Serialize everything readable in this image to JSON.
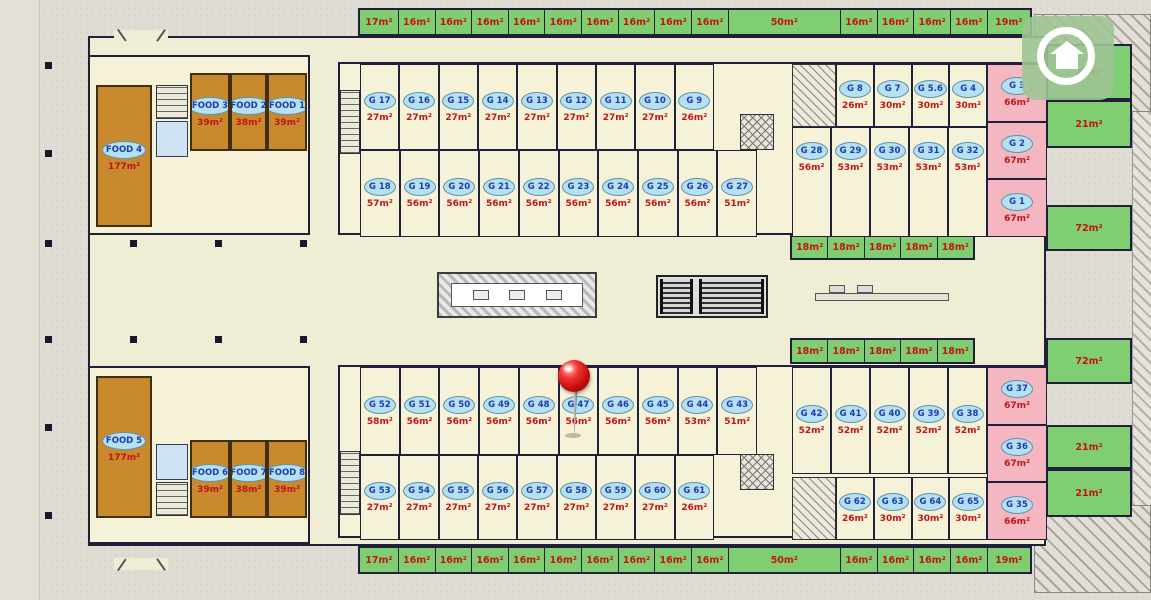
{
  "colors": {
    "green": "#7fce72",
    "pink": "#f4b7c1",
    "brown": "#c9892f",
    "cream": "#f6f2d8",
    "oval": "#b5e0ef",
    "oval_b": "#5f93ad",
    "red": "#c21414",
    "blue": "#1c3bb4",
    "wall": "#20203a",
    "floor": "#f0edd5",
    "margin": "#dfdcd4",
    "pin": "#d31414"
  },
  "strips": {
    "top": [
      "17m²",
      "16m²",
      "16m²",
      "16m²",
      "16m²",
      "16m²",
      "16m²",
      "16m²",
      "16m²",
      "16m²",
      "50m²",
      "16m²",
      "16m²",
      "16m²",
      "16m²",
      "19m²"
    ],
    "bottom": [
      "17m²",
      "16m²",
      "16m²",
      "16m²",
      "16m²",
      "16m²",
      "16m²",
      "16m²",
      "16m²",
      "16m²",
      "50m²",
      "16m²",
      "16m²",
      "16m²",
      "16m²",
      "19m²"
    ],
    "mid_north": [
      "18m²",
      "18m²",
      "18m²",
      "18m²",
      "18m²"
    ],
    "mid_south": [
      "18m²",
      "18m²",
      "18m²",
      "18m²",
      "18m²"
    ]
  },
  "right_column": [
    "21m²",
    "21m²",
    "72m²",
    "72m²",
    "21m²",
    "21m²"
  ],
  "units": {
    "north": {
      "row1": [
        {
          "id": "G 17",
          "size": "27m²"
        },
        {
          "id": "G 16",
          "size": "27m²"
        },
        {
          "id": "G 15",
          "size": "27m²"
        },
        {
          "id": "G 14",
          "size": "27m²"
        },
        {
          "id": "G 13",
          "size": "27m²"
        },
        {
          "id": "G 12",
          "size": "27m²"
        },
        {
          "id": "G 11",
          "size": "27m²"
        },
        {
          "id": "G 10",
          "size": "27m²"
        },
        {
          "id": "G 9",
          "size": "26m²"
        }
      ],
      "row2": [
        {
          "id": "G 18",
          "size": "57m²"
        },
        {
          "id": "G 19",
          "size": "56m²"
        },
        {
          "id": "G 20",
          "size": "56m²"
        },
        {
          "id": "G 21",
          "size": "56m²"
        },
        {
          "id": "G 22",
          "size": "56m²"
        },
        {
          "id": "G 23",
          "size": "56m²"
        },
        {
          "id": "G 24",
          "size": "56m²"
        },
        {
          "id": "G 25",
          "size": "56m²"
        },
        {
          "id": "G 26",
          "size": "56m²"
        },
        {
          "id": "G 27",
          "size": "51m²"
        }
      ],
      "row3": [
        {
          "id": "G 8",
          "size": "26m²"
        },
        {
          "id": "G 7",
          "size": "30m²"
        },
        {
          "id": "G 5.6",
          "size": "30m²"
        },
        {
          "id": "G 4",
          "size": "30m²"
        }
      ],
      "row4": [
        {
          "id": "G 28",
          "size": "56m²"
        },
        {
          "id": "G 29",
          "size": "53m²"
        },
        {
          "id": "G 30",
          "size": "53m²"
        },
        {
          "id": "G 31",
          "size": "53m²"
        },
        {
          "id": "G 32",
          "size": "53m²"
        }
      ],
      "pink": [
        {
          "id": "G 3",
          "size": "66m²"
        },
        {
          "id": "G 2",
          "size": "67m²"
        },
        {
          "id": "G 1",
          "size": "67m²"
        }
      ]
    },
    "south": {
      "row1": [
        {
          "id": "G 52",
          "size": "58m²"
        },
        {
          "id": "G 51",
          "size": "56m²"
        },
        {
          "id": "G 50",
          "size": "56m²"
        },
        {
          "id": "G 49",
          "size": "56m²"
        },
        {
          "id": "G 48",
          "size": "56m²"
        },
        {
          "id": "G 47",
          "size": "56m²"
        },
        {
          "id": "G 46",
          "size": "56m²"
        },
        {
          "id": "G 45",
          "size": "56m²"
        },
        {
          "id": "G 44",
          "size": "53m²"
        },
        {
          "id": "G 43",
          "size": "51m²"
        }
      ],
      "row2": [
        {
          "id": "G 53",
          "size": "27m²"
        },
        {
          "id": "G 54",
          "size": "27m²"
        },
        {
          "id": "G 55",
          "size": "27m²"
        },
        {
          "id": "G 56",
          "size": "27m²"
        },
        {
          "id": "G 57",
          "size": "27m²"
        },
        {
          "id": "G 58",
          "size": "27m²"
        },
        {
          "id": "G 59",
          "size": "27m²"
        },
        {
          "id": "G 60",
          "size": "27m²"
        },
        {
          "id": "G 61",
          "size": "26m²"
        }
      ],
      "row3": [
        {
          "id": "G 42",
          "size": "52m²"
        },
        {
          "id": "G 41",
          "size": "52m²"
        },
        {
          "id": "G 40",
          "size": "52m²"
        },
        {
          "id": "G 39",
          "size": "52m²"
        },
        {
          "id": "G 38",
          "size": "52m²"
        }
      ],
      "row4": [
        {
          "id": "G 62",
          "size": "26m²"
        },
        {
          "id": "G 63",
          "size": "30m²"
        },
        {
          "id": "G 64",
          "size": "30m²"
        },
        {
          "id": "G 65",
          "size": "30m²"
        }
      ],
      "pink": [
        {
          "id": "G 37",
          "size": "67m²"
        },
        {
          "id": "G 36",
          "size": "67m²"
        },
        {
          "id": "G 35",
          "size": "66m²"
        }
      ]
    }
  },
  "food": {
    "north": [
      {
        "id": "FOOD 4",
        "size": "177m²"
      },
      {
        "id": "FOOD 3",
        "size": "39m²"
      },
      {
        "id": "FOOD 2",
        "size": "38m²"
      },
      {
        "id": "FOOD 1",
        "size": "39m²"
      }
    ],
    "south": [
      {
        "id": "FOOD 5",
        "size": "177m²"
      },
      {
        "id": "FOOD 6",
        "size": "39m²"
      },
      {
        "id": "FOOD 7",
        "size": "38m²"
      },
      {
        "id": "FOOD 8",
        "size": "39m²"
      }
    ]
  }
}
